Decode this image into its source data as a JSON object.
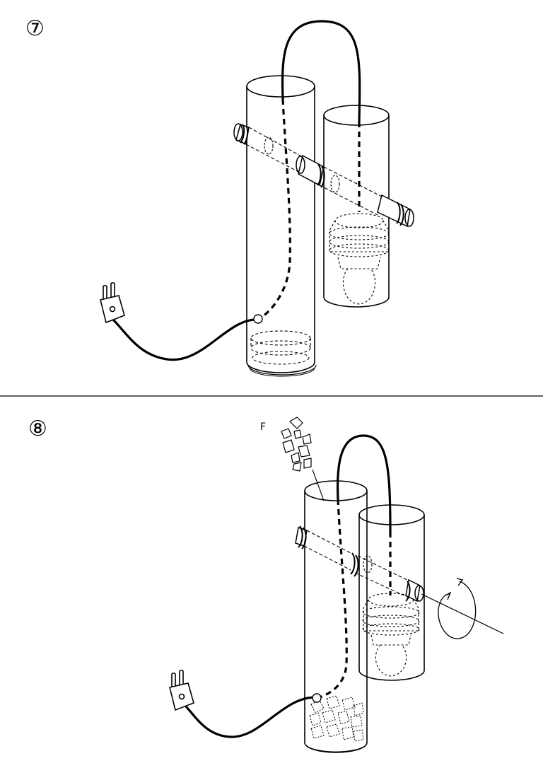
{
  "steps": [
    {
      "number": "⑦"
    },
    {
      "number": "⑧",
      "part_label": "F"
    }
  ],
  "icons": {
    "plug": "power-plug-icon",
    "cord": "power-cord",
    "rotate": "rotate-arrow-icon"
  },
  "colors": {
    "line": "#000000",
    "background": "#ffffff",
    "divider": "#000000"
  }
}
